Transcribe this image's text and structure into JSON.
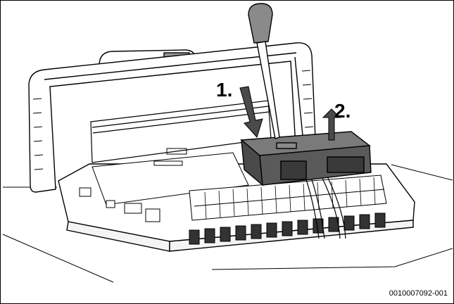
{
  "figure": {
    "step_1_label": "1.",
    "step_2_label": "2.",
    "figure_id": "0010007092-001"
  },
  "colors": {
    "line": "#000000",
    "housing": "#ffffff",
    "module_dark": "#5a5a5a",
    "module_mid": "#7a7a7a",
    "arrow": "#4a4a4a",
    "shadow": "#d8d8d8"
  }
}
